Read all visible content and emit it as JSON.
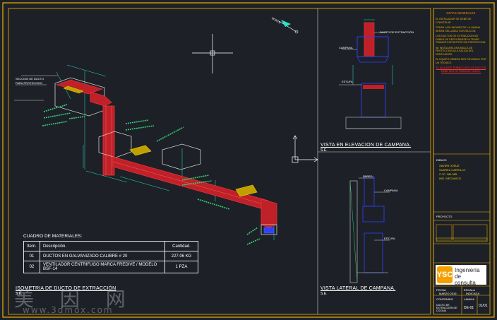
{
  "views": {
    "isometric_title": "ISOMETRIA DE DUCTO DE EXTRACCIÓN",
    "isometric_scale": "S.E.",
    "elevation_title": "VISTA EN ELEVACION DE CAMPANA.",
    "elevation_scale": "S.E.",
    "lateral_title": "VISTA LATERAL DE CAMPANA.",
    "lateral_scale": "S.E."
  },
  "labels": {
    "north": "NORTE",
    "ducto_extraccion": "DUCTO DE EXTRACCIÓN",
    "campana": "CAMPANA",
    "estufa": "ESTUFA",
    "pared": "PARED",
    "campana2": "CAMPANA",
    "estufa2": "ESTUFA",
    "seccion_ducto": "SECCION DE DUCTO",
    "para_proteccion": "PARA PROTECCION"
  },
  "materials": {
    "title": "CUADRO DE MATERIALES:",
    "headers": [
      "Item.",
      "Descripción.",
      "Cantidad."
    ],
    "rows": [
      [
        "01",
        "DUCTOS EN GALVANIZADO CALIBRE # 20",
        "227.06 KG"
      ],
      [
        "02",
        "VENTILADOR CENTRIFUGO MARCA FREDIVE / MODELO BSF-14",
        "1 PZA"
      ]
    ]
  },
  "notes": {
    "heading": "NOTAS GENERALES",
    "items": [
      "EL INSTALADOR SE DEBE DE CONSTRUIR.",
      "TODAS LAS UNIONES DE LA LAMINA SERAN SELLADAS CON SILICON.",
      "LOS DUCTOS DE EXTRACCION NO DEBEN DE PERFORARSE NI TENER TRAMOS EXPUESTOS SIN PROTECCION.",
      "SE INSTALARA UNA MALLA DE PROTECCION A LA SALIDA DEL VENTILADOR.",
      "EL EQUIPO DEBERA SER REVISADO POR UN TECNICO."
    ],
    "red_note": "EL AISLANTE TERMICO EN LOS DUCTOS DEBE SER DE FIBRA DE VIDRIO."
  },
  "title_block": {
    "dibujo_label": "DIBUJO",
    "dibujo_names": [
      "XAVIER JOSUE",
      "SUAREZ CARRILLO",
      "C.I.P. 184.085",
      "ING. MECANICO"
    ],
    "proyecto_label": "PROYECTO",
    "logo_letters": "YSC",
    "logo_text_1": "Ingeniería de",
    "logo_text_2": "consulta",
    "fecha_label": "FECHA",
    "fecha_value": "MARZO 2019",
    "escala_label": "ESCALA",
    "escala_value": "INDICADA",
    "lamina_label": "LAMINA",
    "lamina_value": "DE-01",
    "contenido_label": "CONTENIDO",
    "contenido_value": "DUCTO DE EXTRACCIÓN DE COCINA",
    "sheet": "01/01"
  },
  "watermark": {
    "chars": "美 因 网",
    "url": "www.3dmox.com"
  },
  "colors": {
    "background": "#1d2127",
    "frame": "#f0b000",
    "duct": "#e8323a",
    "dimension": "#2ce0c8",
    "outline": "#d0d0d0",
    "blue": "#3040ff"
  }
}
